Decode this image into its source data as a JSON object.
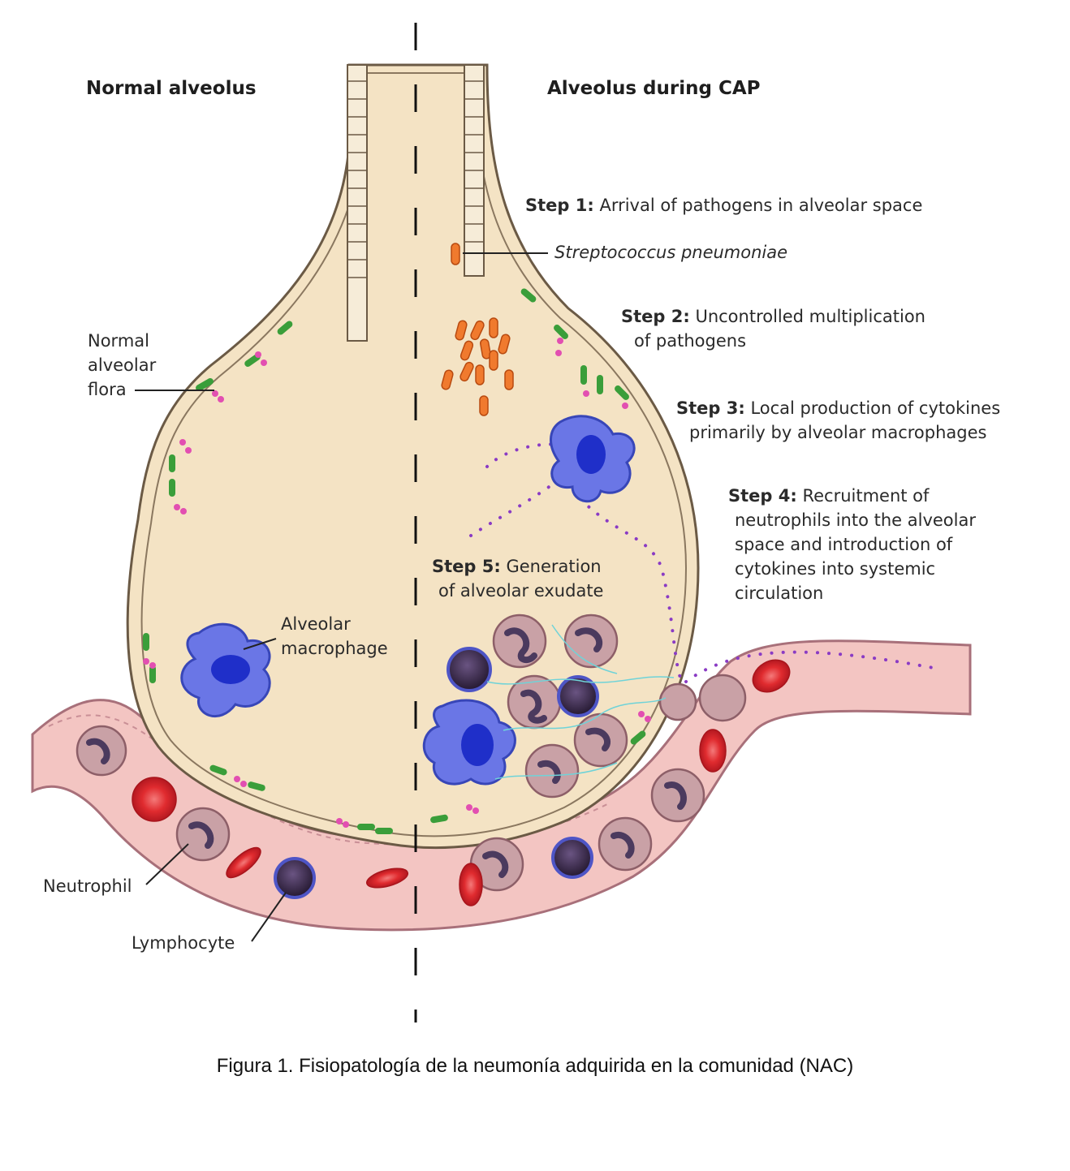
{
  "headers": {
    "left": "Normal alveolus",
    "right": "Alveolus during CAP"
  },
  "steps": [
    {
      "label": "Step 1:",
      "text": [
        "Arrival of pathogens in alveolar space"
      ]
    },
    {
      "label": "Step 2:",
      "text": [
        "Uncontrolled multiplication",
        "of pathogens"
      ]
    },
    {
      "label": "Step 3:",
      "text": [
        "Local production of cytokines",
        "primarily by alveolar macrophages"
      ]
    },
    {
      "label": "Step 4:",
      "text": [
        "Recruitment of",
        "neutrophils into the alveolar",
        "space and introduction of",
        "cytokines into systemic",
        "circulation"
      ]
    },
    {
      "label": "Step 5:",
      "text": [
        "Generation",
        "of alveolar exudate"
      ]
    }
  ],
  "labels": {
    "pathogen": "Streptococcus pneumoniae",
    "flora": [
      "Normal",
      "alveolar",
      "flora"
    ],
    "macrophage": [
      "Alveolar",
      "macrophage"
    ],
    "neutrophil": "Neutrophil",
    "lymphocyte": "Lymphocyte"
  },
  "caption": "Figura 1. Fisiopatología de la neumonía adquirida en la comunidad (NAC)",
  "colors": {
    "alveolus_fill": "#f4e3c4",
    "vessel_fill": "#f3c5c2",
    "rbc": "#d9232b",
    "macrophage": "#6a76e6",
    "neutrophil_cyto": "#c9a1a6",
    "lymphocyte": "#3a2c4a",
    "flora_green": "#3a9e3a",
    "flora_pink": "#e24fb1",
    "cytokine_dots": "#8a3bc4"
  }
}
